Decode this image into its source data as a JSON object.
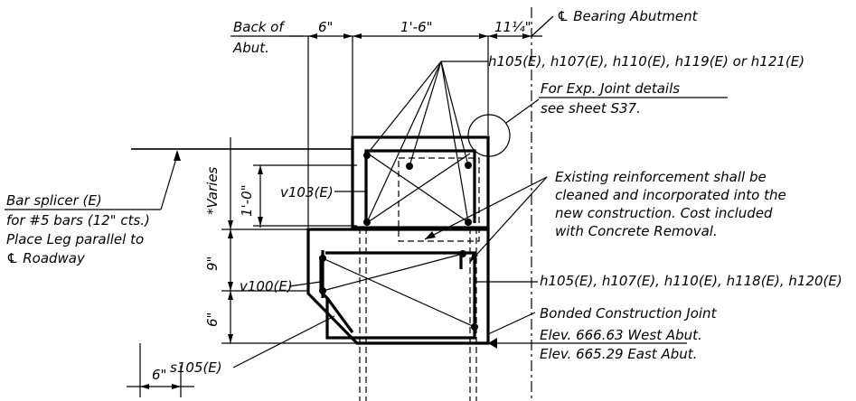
{
  "labels": {
    "back_of_abut_1": "Back of",
    "back_of_abut_2": "Abut.",
    "bearing_abutment": "℄ Bearing Abutment",
    "top_bars": "h105(E), h107(E), h110(E), h119(E) or h121(E)",
    "exp_joint_1": "For Exp. Joint details",
    "exp_joint_2": "see sheet S37.",
    "existing_1": "Existing reinforcement shall be",
    "existing_2": "cleaned and incorporated into the",
    "existing_3": "new construction.  Cost included",
    "existing_4": "with Concrete Removal.",
    "splicer_1": "Bar splicer (E)",
    "splicer_2": "for #5 bars (12\" cts.)",
    "splicer_3": "Place Leg parallel to",
    "splicer_4": "℄ Roadway",
    "v103": "v103(E)",
    "v100": "v100(E)",
    "s105": "s105(E)",
    "bottom_bars": "h105(E), h107(E), h110(E), h118(E), h120(E)",
    "construction_joint": "Bonded Construction Joint",
    "elev_west": "Elev. 666.63 West Abut.",
    "elev_east": "Elev. 665.29 East Abut."
  },
  "dimensions": {
    "d_6_top": "6\"",
    "d_1_6": "1'-6\"",
    "d_11_4": "11¼\"",
    "d_varies": "*Varies",
    "d_1_0": "1'-0\"",
    "d_9": "9\"",
    "d_6_side": "6\"",
    "d_6_bottom": "6\""
  }
}
